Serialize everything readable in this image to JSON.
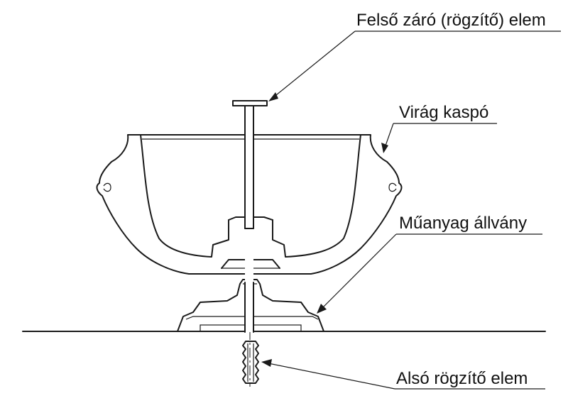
{
  "labels": {
    "top_fastener": "Felső záró (rögzítő) elem",
    "planter": "Virág kaspó",
    "plastic_stand": "Műanyag állvány",
    "bottom_fastener": "Alsó rögzítő elem"
  },
  "colors": {
    "line": "#1a1a1a",
    "background": "#ffffff"
  }
}
